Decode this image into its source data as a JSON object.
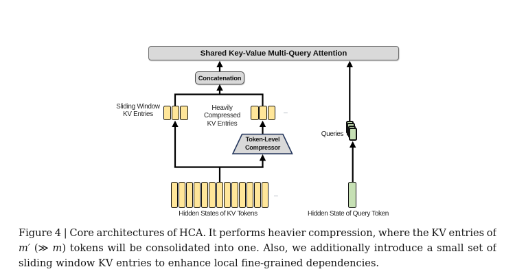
{
  "figure": {
    "attention_label": "Shared Key-Value Multi-Query Attention",
    "concatenation_label": "Concatenation",
    "sliding_window_label": {
      "line1": "Sliding Window",
      "line2": "KV Entries"
    },
    "heavily_compressed_label": {
      "line1": "Heavily",
      "line2": "Compressed",
      "line3": "KV Entries"
    },
    "compressor_label": {
      "line1": "Token-Level",
      "line2": "Compressor"
    },
    "queries_label": "Queries",
    "kv_tokens_label": "Hidden States of KV Tokens",
    "query_token_label": "Hidden State of Query Token",
    "ellipsis_kv_entries": "–",
    "ellipsis_kv_tokens": "–",
    "counts": {
      "sliding_window_kv_entries": 3,
      "compressed_kv_entries": 3,
      "query_stack": 4,
      "kv_tokens": 13
    },
    "colors": {
      "kv_entry_fill": "#FFE699",
      "query_fill": "#C6E0B4",
      "node_fill": "#D9D9D9",
      "node_border": "#6E6E6E",
      "compressor_border": "#24365C",
      "wire": "#000000"
    }
  },
  "caption": {
    "line1": "Figure 4 | Core architectures of HCA. It performs heavier compression, where the KV entries of",
    "line2": {
      "math1": "m′",
      "mid": " (≫ ",
      "math2": "m",
      "rest": ") tokens will be consolidated into one. Also, we additionally introduce a small set of"
    },
    "line3": "sliding window KV entries to enhance local fine-grained dependencies."
  }
}
